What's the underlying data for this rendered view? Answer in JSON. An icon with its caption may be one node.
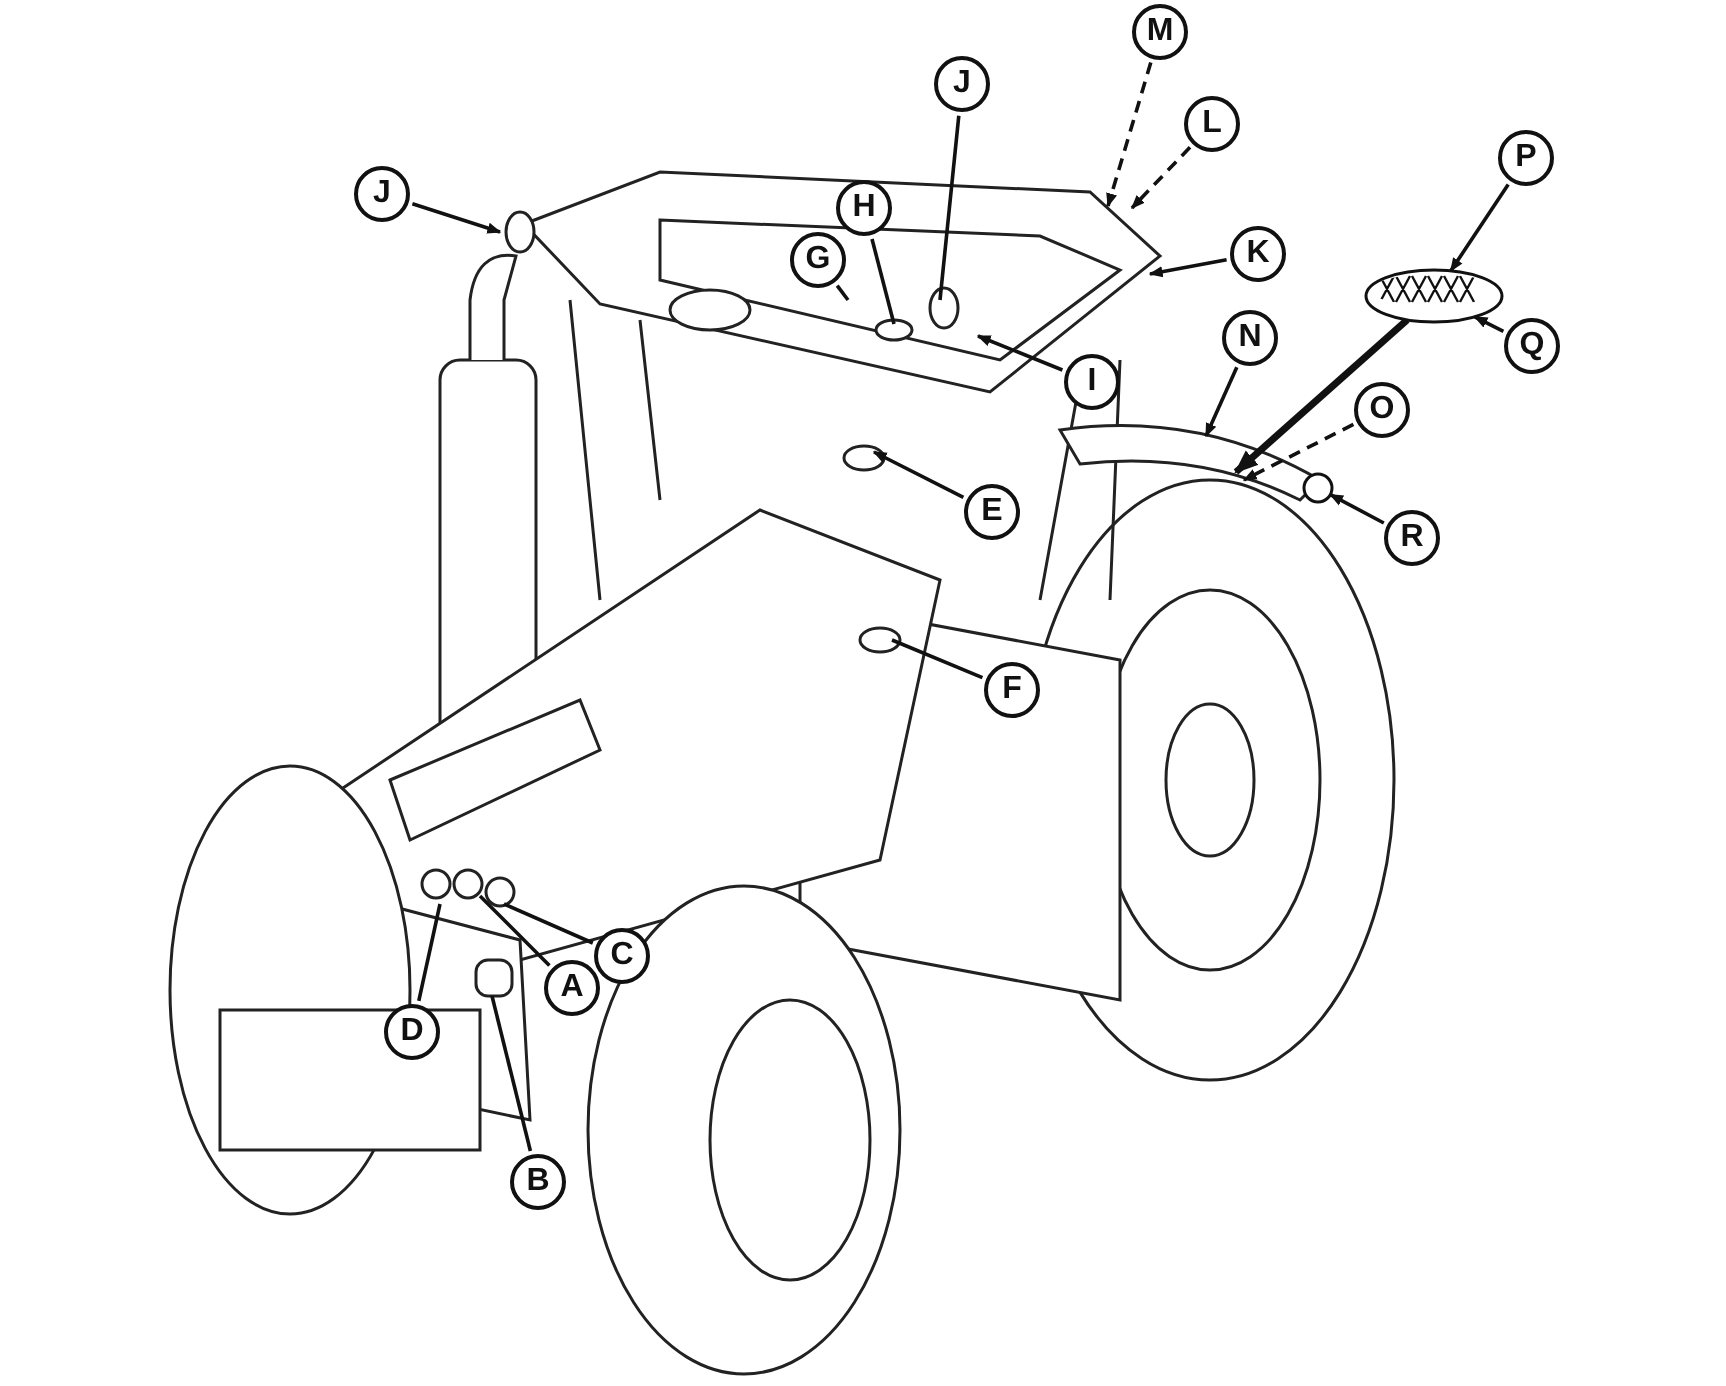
{
  "diagram": {
    "nodes": [
      {
        "text": [
          "M"
        ]
      },
      {
        "text": [
          "J"
        ]
      },
      {
        "text": [
          "L"
        ]
      },
      {
        "text": [
          "P"
        ]
      },
      {
        "text": [
          "J"
        ]
      },
      {
        "text": [
          "H"
        ]
      },
      {
        "text": [
          "K"
        ]
      },
      {
        "text": [
          "G"
        ]
      },
      {
        "text": [
          "Q"
        ]
      },
      {
        "text": [
          "N"
        ]
      },
      {
        "text": [
          "I"
        ]
      },
      {
        "text": [
          "O"
        ]
      },
      {
        "text": [
          "E"
        ]
      },
      {
        "text": [
          "R"
        ]
      },
      {
        "text": [
          "F"
        ]
      },
      {
        "text": [
          "C"
        ]
      },
      {
        "text": [
          "A"
        ]
      },
      {
        "text": [
          "D"
        ]
      },
      {
        "text": [
          "B"
        ]
      },
      {
        "text": [],
        "shape": "picture"
      },
      {
        "text": [],
        "shape": "circle"
      }
    ],
    "edges": [
      {
        "from": 0,
        "to": null,
        "arrow": "to",
        "style": "dashed"
      },
      {
        "from": 1,
        "to": null,
        "arrow": "none"
      },
      {
        "from": 2,
        "to": null,
        "arrow": "to",
        "style": "dashed"
      },
      {
        "from": 3,
        "to": 19,
        "arrow": "to"
      },
      {
        "from": 4,
        "to": null,
        "arrow": "to"
      },
      {
        "from": 5,
        "to": null,
        "arrow": "none"
      },
      {
        "from": 6,
        "to": null,
        "arrow": "to"
      },
      {
        "from": 7,
        "to": null,
        "arrow": "none"
      },
      {
        "from": 8,
        "to": 19,
        "arrow": "to"
      },
      {
        "from": 9,
        "to": null,
        "arrow": "to"
      },
      {
        "from": 10,
        "to": null,
        "arrow": "to"
      },
      {
        "from": 11,
        "to": null,
        "arrow": "to",
        "style": "dashed"
      },
      {
        "from": 12,
        "to": null,
        "arrow": "to"
      },
      {
        "from": 13,
        "to": 20,
        "arrow": "to"
      },
      {
        "from": 14,
        "to": null,
        "arrow": "none"
      },
      {
        "from": 15,
        "to": null,
        "arrow": "none"
      },
      {
        "from": 16,
        "to": null,
        "arrow": "none"
      },
      {
        "from": 17,
        "to": null,
        "arrow": "none"
      },
      {
        "from": 18,
        "to": null,
        "arrow": "none"
      },
      {
        "from": 19,
        "to": null,
        "arrow": "to",
        "style": "thick"
      }
    ]
  }
}
